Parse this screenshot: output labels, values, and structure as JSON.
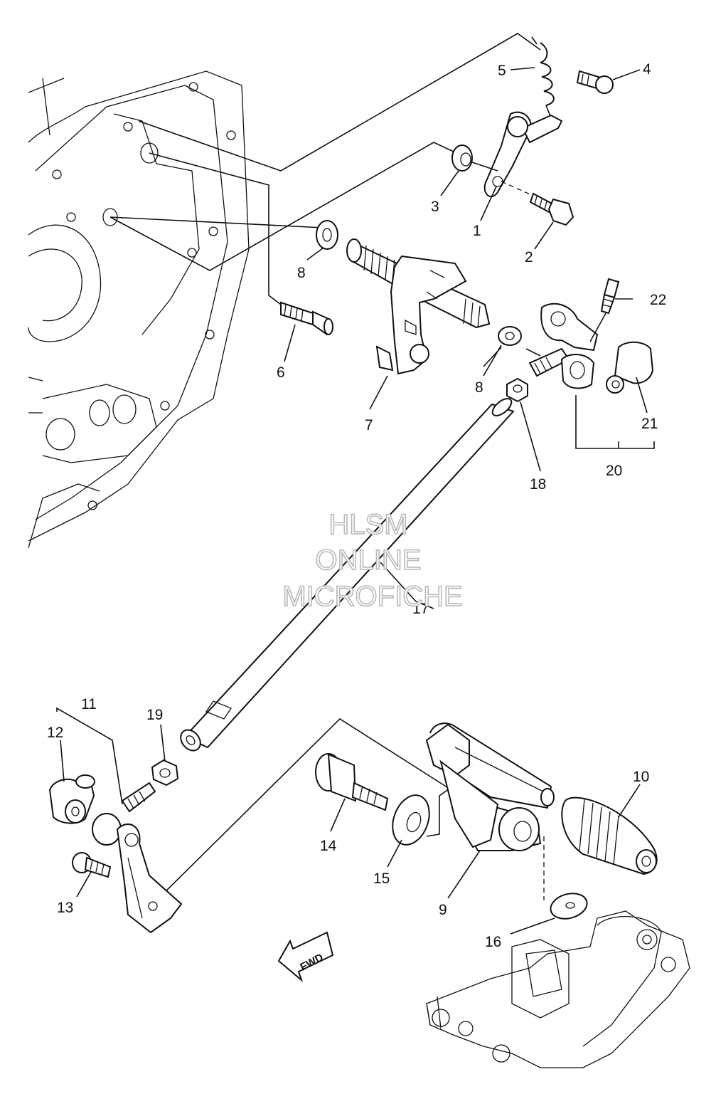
{
  "watermark": {
    "line1": "HLSM",
    "line2": "ONLINE",
    "line3": "MICROFICHE"
  },
  "direction_label": "FWD",
  "callouts": {
    "p1": "1",
    "p2": "2",
    "p3": "3",
    "p4": "4",
    "p5": "5",
    "p6": "6",
    "p7": "7",
    "p8a": "8",
    "p8b": "8",
    "p9": "9",
    "p10": "10",
    "p11": "11",
    "p12": "12",
    "p13": "13",
    "p14": "14",
    "p15": "15",
    "p16": "16",
    "p17": "17",
    "p18": "18",
    "p19": "19",
    "p20": "20",
    "p21": "21",
    "p22": "22"
  }
}
